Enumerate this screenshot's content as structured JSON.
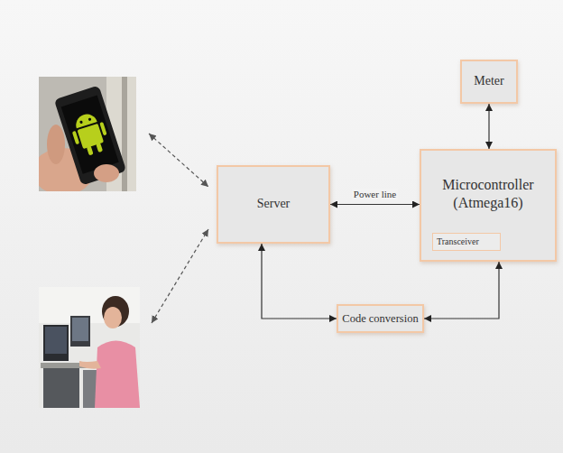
{
  "diagram": {
    "nodes": [
      {
        "text": [
          "Meter"
        ]
      },
      {
        "text": [
          "Server"
        ]
      },
      {
        "text": [
          "Microcontroller (Atmega16)"
        ]
      },
      {
        "text": [
          "Transceiver"
        ],
        "in": 2
      },
      {
        "text": [
          "Code conversion"
        ]
      }
    ],
    "edges": [
      {
        "from": 0,
        "to": 2,
        "arrow": "both"
      },
      {
        "from": 1,
        "to": 2,
        "label": "Power line",
        "arrow": "both"
      },
      {
        "from": 1,
        "to": 4,
        "arrow": "both"
      },
      {
        "from": 4,
        "to": 2,
        "arrow": "both"
      }
    ]
  }
}
